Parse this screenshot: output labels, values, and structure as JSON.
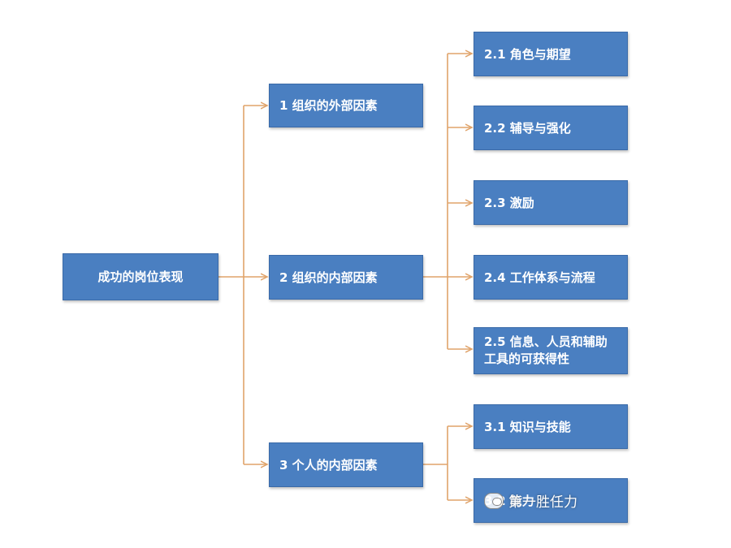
{
  "colors": {
    "node_fill": "#4a7fc1",
    "connector": "#e0a36a",
    "node_text": "#ffffff"
  },
  "root": {
    "label": "成功的岗位表现"
  },
  "factors": [
    {
      "label": "1 组织的外部因素"
    },
    {
      "label": "2 组织的内部因素"
    },
    {
      "label": "3 个人的内部因素"
    }
  ],
  "sub_internal": [
    {
      "label": "2.1 角色与期望"
    },
    {
      "label": "2.2 辅导与强化"
    },
    {
      "label": "2.3 激励"
    },
    {
      "label": "2.4 工作体系与流程"
    },
    {
      "label": "2.5 信息、人员和辅助工具的可获得性"
    }
  ],
  "sub_personal": [
    {
      "label": "3.1 知识与技能"
    },
    {
      "label": "3.2 能力"
    }
  ],
  "watermark": {
    "icon": "chat-bubble-icon",
    "text": "第一胜任力"
  }
}
